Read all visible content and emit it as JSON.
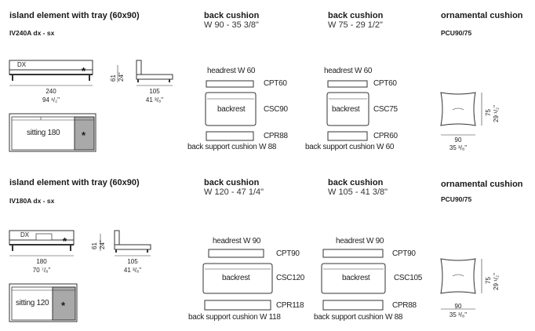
{
  "row1": {
    "island_title": "island element with tray (60x90)",
    "island_code": "IV240A dx - sx",
    "dx_label": "DX",
    "star": "*",
    "width_cm": "240",
    "width_in": "94 ¹/₂\"",
    "height_cm": "61",
    "height_in": "24\"",
    "depth_cm": "105",
    "depth_in": "41 ³/₈\"",
    "sitting_label": "sitting 180",
    "cushion_a": {
      "title": "back cushion",
      "size": "W 90 - 35 3/8\"",
      "headrest": "headrest W 60",
      "headrest_code": "CPT60",
      "backrest": "backrest",
      "backrest_code": "CSC90",
      "support_code": "CPR88",
      "support": "back support cushion W 88"
    },
    "cushion_b": {
      "title": "back cushion",
      "size": "W 75 - 29 1/2\"",
      "headrest": "headrest W 60",
      "headrest_code": "CPT60",
      "backrest": "backrest",
      "backrest_code": "CSC75",
      "support_code": "CPR60",
      "support": "back support cushion W 60"
    },
    "ornamental": {
      "title": "ornamental cushion",
      "code": "PCU90/75",
      "w_cm": "90",
      "w_in": "35 ³/₈\"",
      "h_cm": "75",
      "h_in": "29 ¹/₂\""
    }
  },
  "row2": {
    "island_title": "island element with tray (60x90)",
    "island_code": "IV180A dx - sx",
    "dx_label": "DX",
    "star": "*",
    "width_cm": "180",
    "width_in": "70 ⁷/₈\"",
    "height_cm": "61",
    "height_in": "24\"",
    "depth_cm": "105",
    "depth_in": "41 ³/₈\"",
    "sitting_label": "sitting 120",
    "cushion_a": {
      "title": "back cushion",
      "size": "W 120 - 47 1/4\"",
      "headrest": "headrest W 90",
      "headrest_code": "CPT90",
      "backrest": "backrest",
      "backrest_code": "CSC120",
      "support_code": "CPR118",
      "support": "back support cushion W 118"
    },
    "cushion_b": {
      "title": "back cushion",
      "size": "W 105 - 41 3/8\"",
      "headrest": "headrest W 90",
      "headrest_code": "CPT90",
      "backrest": "backrest",
      "backrest_code": "CSC105",
      "support_code": "CPR88",
      "support": "back support cushion W 88"
    },
    "ornamental": {
      "title": "ornamental cushion",
      "code": "PCU90/75",
      "w_cm": "90",
      "w_in": "35 ³/₈\"",
      "h_cm": "75",
      "h_in": "29 ¹/₂\""
    }
  },
  "colors": {
    "line": "#333333",
    "fill_grey": "#a9a9a9",
    "fill_light": "#e6e6e6"
  }
}
